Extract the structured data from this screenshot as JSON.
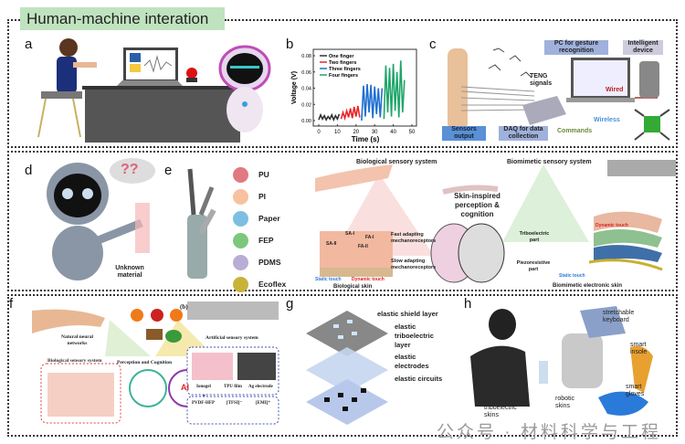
{
  "banner": {
    "title": "Human-machine interation"
  },
  "panels": {
    "a": {
      "label": "a"
    },
    "b": {
      "label": "b"
    },
    "c": {
      "label": "c",
      "sensors_output": "Sensors output",
      "teng_signals": "TENG signals",
      "daq": "DAQ for data collection",
      "pc": "PC for gesture recognition",
      "intelligent_device": "Intelligent device",
      "wired": "Wired",
      "wireless": "Wireless",
      "commands": "Commands"
    },
    "d": {
      "label": "d",
      "unknown_material": "Unknown material",
      "question_marks": "??"
    },
    "e": {
      "label": "e",
      "materials": [
        {
          "name": "PU",
          "color": "#e07a80"
        },
        {
          "name": "PI",
          "color": "#f7c2a0"
        },
        {
          "name": "Paper",
          "color": "#7cbfe3"
        },
        {
          "name": "FEP",
          "color": "#7dc77d"
        },
        {
          "name": "PDMS",
          "color": "#b9add6"
        },
        {
          "name": "Ecoflex",
          "color": "#c9b23a"
        }
      ]
    },
    "skin": {
      "bio_system": "Biological sensory system",
      "biomimetic_system": "Biomimetic sensory system",
      "center": "Skin-inspired perception & cognition",
      "fast": "Fast adapting mechanoreceptors",
      "slow": "Slow adapting mechanoreceptors",
      "sa1": "SA-I",
      "sa2": "SA-II",
      "fa1": "FA-I",
      "fa2": "FA-II",
      "static_touch": "Static touch",
      "dynamic_touch": "Dynamic touch",
      "bio_skin": "Biological skin",
      "tribo_part": "Triboelectric part",
      "piezo_part": "Piezoresistive part",
      "dynamic_touch_r": "Dynamic touch",
      "static_touch_r": "Static touch",
      "e_skin": "Biomimetic electronic skin"
    },
    "f": {
      "label": "f",
      "sub_b": "(b)",
      "natural": "Natural neural networks",
      "artificial": "Artificial sensory system",
      "bio": "Biological sensory system",
      "perception": "Perception and Cognition",
      "ai": "AI",
      "ionogel": "Ionogel",
      "tpu": "TPU film",
      "ag": "Ag electrode",
      "pvdf": "PVDF-HFP",
      "tfsi": "[TFSI]⁻",
      "emi": "[EMI]⁺"
    },
    "g": {
      "label": "g",
      "layers": [
        "elastic shield layer",
        "elastic triboelectric layer",
        "elastic electrodes",
        "elastic circuits"
      ]
    },
    "h": {
      "label": "h",
      "keyboard": "stretchable keyboard",
      "insole": "smart insole",
      "gloves": "smart gloves",
      "robotic": "robotic skins",
      "tribo": "triboelectric skins"
    }
  },
  "watermark": "公众号 · 材料科学与工程",
  "chart_data": {
    "type": "line",
    "xlabel": "Time (s)",
    "ylabel": "Voltage (V)",
    "xlim": [
      0,
      50
    ],
    "ylim": [
      0,
      0.085
    ],
    "xticks": [
      "0",
      "10",
      "20",
      "30",
      "40",
      "50"
    ],
    "yticks": [
      "0.00",
      "0.02",
      "0.04",
      "0.06",
      "0.08"
    ],
    "legend": "top-left",
    "series": [
      {
        "name": "One finger",
        "color": "#333333",
        "x": [
          0,
          1,
          2,
          3,
          4,
          5,
          6,
          7,
          8,
          9,
          10,
          11
        ],
        "y": [
          0.001,
          0.007,
          0.002,
          0.006,
          0.001,
          0.005,
          0.002,
          0.007,
          0.001,
          0.006,
          0.002,
          0.008
        ]
      },
      {
        "name": "Two fingers",
        "color": "#e8262b",
        "x": [
          12,
          13,
          14,
          15,
          16,
          17,
          18,
          19,
          20,
          21,
          22
        ],
        "y": [
          0.002,
          0.01,
          0.003,
          0.012,
          0.004,
          0.015,
          0.003,
          0.017,
          0.005,
          0.018,
          0.004
        ]
      },
      {
        "name": "Three fingers",
        "color": "#1f6fd1",
        "x": [
          23,
          24,
          25,
          26,
          27,
          28,
          29,
          30,
          31,
          32,
          33,
          34
        ],
        "y": [
          0.0,
          0.043,
          0.005,
          0.045,
          0.01,
          0.044,
          0.003,
          0.042,
          0.008,
          0.04,
          0.004,
          0.04
        ]
      },
      {
        "name": "Four fingers",
        "color": "#1fa56b",
        "x": [
          35,
          36,
          37,
          38,
          39,
          40,
          41,
          42,
          43,
          44,
          45,
          46
        ],
        "y": [
          0.002,
          0.068,
          0.01,
          0.065,
          0.005,
          0.07,
          0.012,
          0.06,
          0.004,
          0.074,
          0.01,
          0.05
        ]
      }
    ]
  }
}
